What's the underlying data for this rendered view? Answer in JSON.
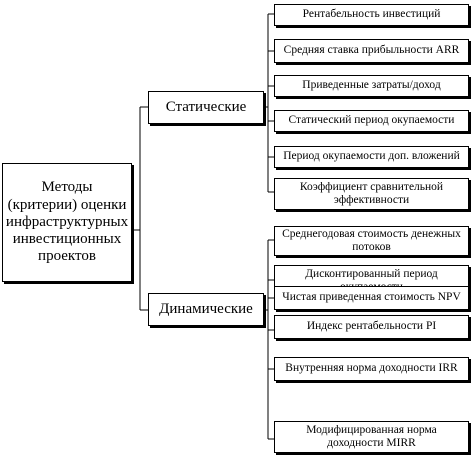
{
  "root": {
    "label": "Методы (критерии) оценки инфраструктурных инвестиционных проектов"
  },
  "categories": [
    {
      "label": "Статические",
      "items": [
        "Рентабельность инвестиций",
        "Средняя ставка прибыльности ARR",
        "Приведенные затраты/доход",
        "Статический период окупаемости",
        "Период окупаемости доп. вложений",
        "Коэффициент сравнительной эффективности"
      ]
    },
    {
      "label": "Динамические",
      "items": [
        "Среднегодовая стоимость денежных потоков",
        "Дисконтированный период окупаемости",
        "Чистая приведенная стоимость NPV",
        "Индекс рентабельности PI",
        "Внутренняя норма доходности IRR",
        "Модифицированная норма доходности MIRR"
      ]
    }
  ]
}
